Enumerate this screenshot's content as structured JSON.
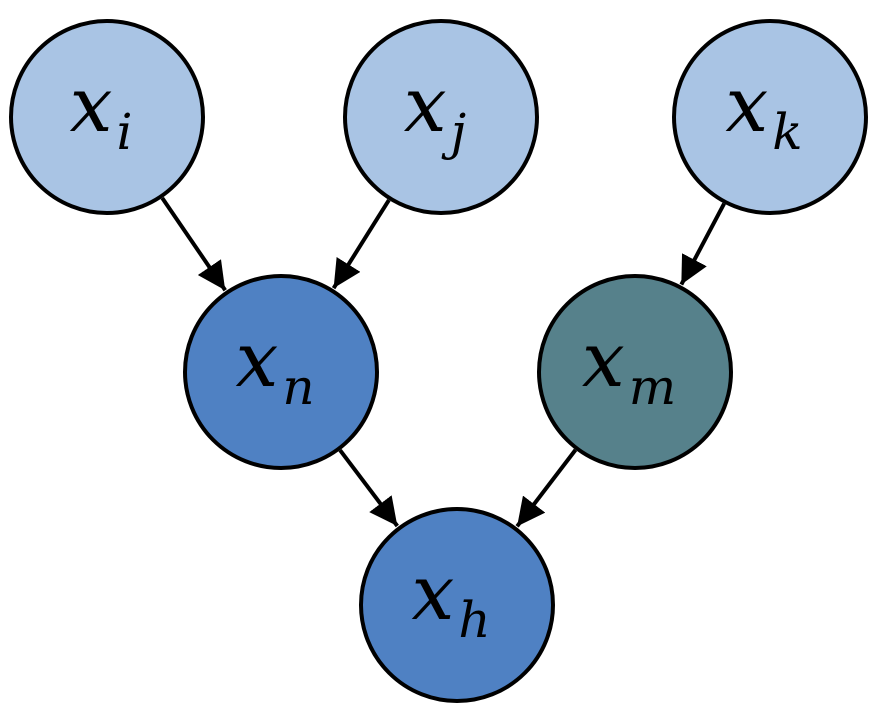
{
  "colors": {
    "input_node": "#a9c4e4",
    "hidden_node": "#4f81c3",
    "teal_node": "#56818b",
    "edge": "#000000"
  },
  "nodes": [
    {
      "id": "xi",
      "base": "x",
      "sub": "i",
      "role": "input_node"
    },
    {
      "id": "xj",
      "base": "x",
      "sub": "j",
      "role": "input_node"
    },
    {
      "id": "xk",
      "base": "x",
      "sub": "k",
      "role": "input_node"
    },
    {
      "id": "xn",
      "base": "x",
      "sub": "n",
      "role": "hidden_node"
    },
    {
      "id": "xm",
      "base": "x",
      "sub": "m",
      "role": "teal_node"
    },
    {
      "id": "xh",
      "base": "x",
      "sub": "h",
      "role": "hidden_node"
    }
  ],
  "edges": [
    {
      "from": "xi",
      "to": "xn"
    },
    {
      "from": "xj",
      "to": "xn"
    },
    {
      "from": "xk",
      "to": "xm"
    },
    {
      "from": "xn",
      "to": "xh"
    },
    {
      "from": "xm",
      "to": "xh"
    }
  ]
}
